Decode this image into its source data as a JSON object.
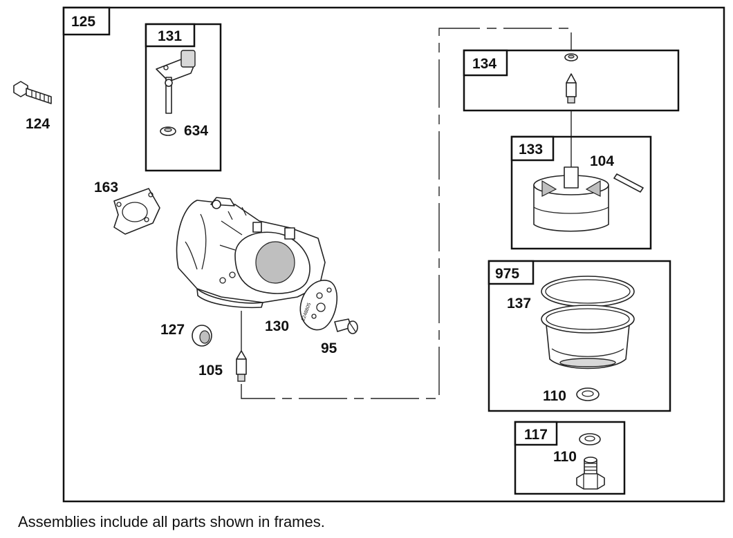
{
  "frames": {
    "main": "125",
    "sub131": "131",
    "sub134": "134",
    "sub133": "133",
    "sub975": "975",
    "sub117": "117"
  },
  "parts": {
    "p124": "124",
    "p634": "634",
    "p163": "163",
    "p127": "127",
    "p130": "130",
    "p95": "95",
    "p105": "105",
    "p104": "104",
    "p137": "137",
    "p110a": "110",
    "p110b": "110"
  },
  "footnote": "Assemblies include all parts shown in frames.",
  "decal_text": "2248805"
}
